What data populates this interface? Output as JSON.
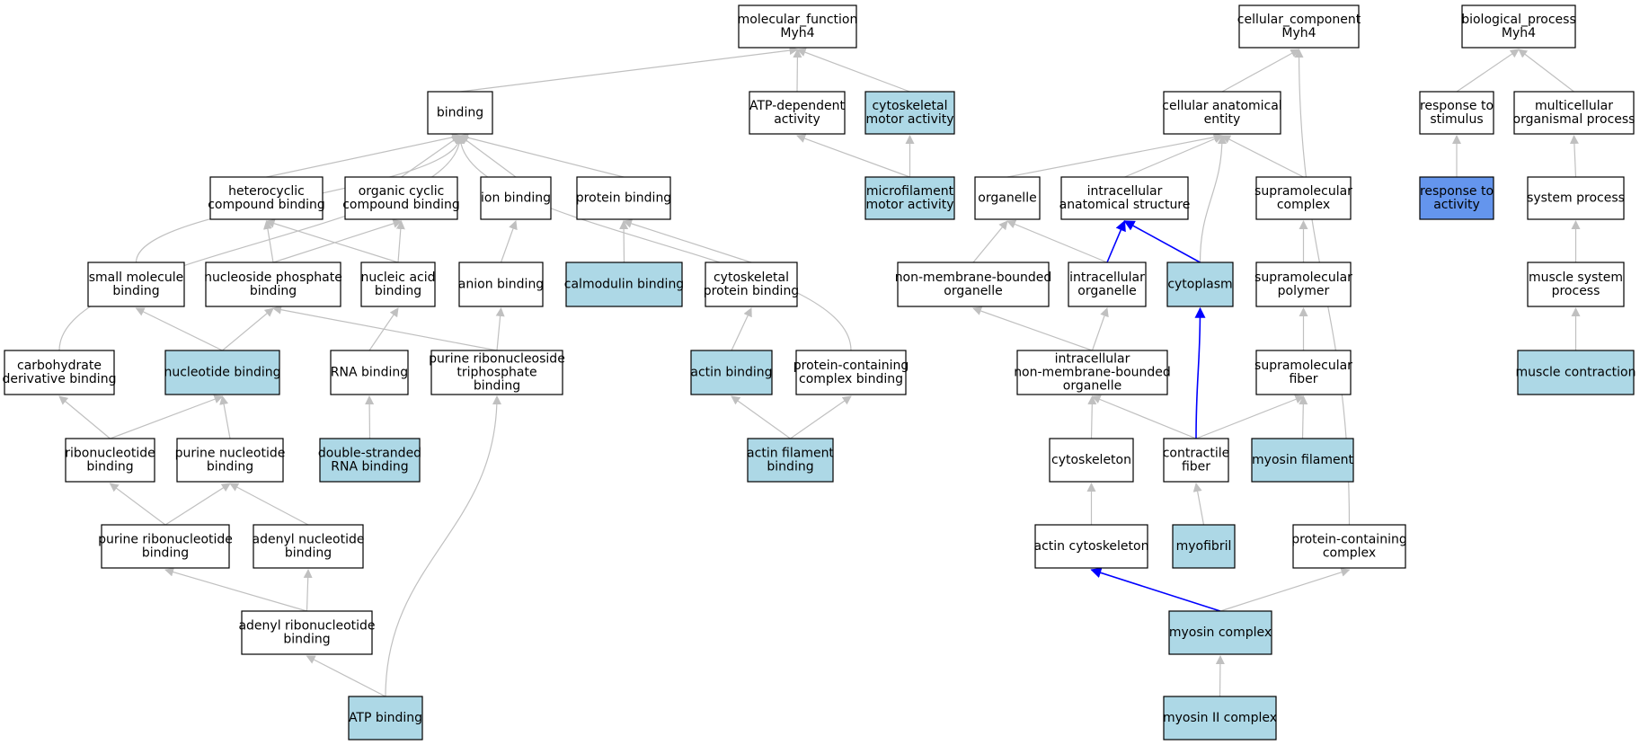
{
  "colors": {
    "node_default": "#ffffff",
    "node_annotated": "#add8e6",
    "node_highlight": "#6495ed",
    "edge_default": "#c0c0c0",
    "edge_highlight": "#0000ff",
    "border": "#000000"
  },
  "nodes": [
    {
      "id": "mf",
      "lines": [
        "molecular_function",
        "Myh4"
      ],
      "style": "default"
    },
    {
      "id": "cc",
      "lines": [
        "cellular_component",
        "Myh4"
      ],
      "style": "default"
    },
    {
      "id": "bp",
      "lines": [
        "biological_process",
        "Myh4"
      ],
      "style": "default"
    },
    {
      "id": "binding",
      "lines": [
        "binding"
      ],
      "style": "default"
    },
    {
      "id": "atpdep",
      "lines": [
        "ATP-dependent",
        "activity"
      ],
      "style": "default"
    },
    {
      "id": "cytomotor",
      "lines": [
        "cytoskeletal",
        "motor activity"
      ],
      "style": "annotated"
    },
    {
      "id": "cellanat",
      "lines": [
        "cellular anatomical",
        "entity"
      ],
      "style": "default"
    },
    {
      "id": "respstim",
      "lines": [
        "response to",
        "stimulus"
      ],
      "style": "default"
    },
    {
      "id": "multicell",
      "lines": [
        "multicellular",
        "organismal process"
      ],
      "style": "default"
    },
    {
      "id": "hetero",
      "lines": [
        "heterocyclic",
        "compound binding"
      ],
      "style": "default"
    },
    {
      "id": "orgcyc",
      "lines": [
        "organic cyclic",
        "compound binding"
      ],
      "style": "default"
    },
    {
      "id": "ionbind",
      "lines": [
        "ion binding"
      ],
      "style": "default"
    },
    {
      "id": "protbind",
      "lines": [
        "protein binding"
      ],
      "style": "default"
    },
    {
      "id": "mfmotor",
      "lines": [
        "microfilament",
        "motor activity"
      ],
      "style": "annotated"
    },
    {
      "id": "organelle",
      "lines": [
        "organelle"
      ],
      "style": "default"
    },
    {
      "id": "intraanat",
      "lines": [
        "intracellular",
        "anatomical structure"
      ],
      "style": "default"
    },
    {
      "id": "supracomplex",
      "lines": [
        "supramolecular",
        "complex"
      ],
      "style": "default"
    },
    {
      "id": "respact",
      "lines": [
        "response to",
        "activity"
      ],
      "style": "highlight"
    },
    {
      "id": "sysproc",
      "lines": [
        "system process"
      ],
      "style": "default"
    },
    {
      "id": "smallmol",
      "lines": [
        "small molecule",
        "binding"
      ],
      "style": "default"
    },
    {
      "id": "nucphos",
      "lines": [
        "nucleoside phosphate",
        "binding"
      ],
      "style": "default"
    },
    {
      "id": "nucacid",
      "lines": [
        "nucleic acid",
        "binding"
      ],
      "style": "default"
    },
    {
      "id": "anion",
      "lines": [
        "anion binding"
      ],
      "style": "default"
    },
    {
      "id": "calmod",
      "lines": [
        "calmodulin binding"
      ],
      "style": "annotated"
    },
    {
      "id": "cytoprot",
      "lines": [
        "cytoskeletal",
        "protein binding"
      ],
      "style": "default"
    },
    {
      "id": "nonmemorg",
      "lines": [
        "non-membrane-bounded",
        "organelle"
      ],
      "style": "default"
    },
    {
      "id": "intraorg",
      "lines": [
        "intracellular",
        "organelle"
      ],
      "style": "default"
    },
    {
      "id": "cytoplasm",
      "lines": [
        "cytoplasm"
      ],
      "style": "annotated"
    },
    {
      "id": "suprapoly",
      "lines": [
        "supramolecular",
        "polymer"
      ],
      "style": "default"
    },
    {
      "id": "musclesys",
      "lines": [
        "muscle system",
        "process"
      ],
      "style": "default"
    },
    {
      "id": "carbo",
      "lines": [
        "carbohydrate",
        "derivative binding"
      ],
      "style": "default"
    },
    {
      "id": "nucbind",
      "lines": [
        "nucleotide binding"
      ],
      "style": "annotated"
    },
    {
      "id": "rnabind",
      "lines": [
        "RNA binding"
      ],
      "style": "default"
    },
    {
      "id": "purtri",
      "lines": [
        "purine ribonucleoside",
        "triphosphate",
        "binding"
      ],
      "style": "default"
    },
    {
      "id": "actinbind",
      "lines": [
        "actin binding"
      ],
      "style": "annotated"
    },
    {
      "id": "protcompbind",
      "lines": [
        "protein-containing",
        "complex binding"
      ],
      "style": "default"
    },
    {
      "id": "intranonmem",
      "lines": [
        "intracellular",
        "non-membrane-bounded",
        "organelle"
      ],
      "style": "default"
    },
    {
      "id": "suprafiber",
      "lines": [
        "supramolecular",
        "fiber"
      ],
      "style": "default"
    },
    {
      "id": "musclecont",
      "lines": [
        "muscle contraction"
      ],
      "style": "annotated"
    },
    {
      "id": "ribonuc",
      "lines": [
        "ribonucleotide",
        "binding"
      ],
      "style": "default"
    },
    {
      "id": "purnuc",
      "lines": [
        "purine nucleotide",
        "binding"
      ],
      "style": "default"
    },
    {
      "id": "dsrna",
      "lines": [
        "double-stranded",
        "RNA binding"
      ],
      "style": "annotated"
    },
    {
      "id": "actinfil",
      "lines": [
        "actin filament",
        "binding"
      ],
      "style": "annotated"
    },
    {
      "id": "cytoskel",
      "lines": [
        "cytoskeleton"
      ],
      "style": "default"
    },
    {
      "id": "contractile",
      "lines": [
        "contractile",
        "fiber"
      ],
      "style": "default"
    },
    {
      "id": "myosinfil",
      "lines": [
        "myosin filament"
      ],
      "style": "annotated"
    },
    {
      "id": "purribo",
      "lines": [
        "purine ribonucleotide",
        "binding"
      ],
      "style": "default"
    },
    {
      "id": "adenylnuc",
      "lines": [
        "adenyl nucleotide",
        "binding"
      ],
      "style": "default"
    },
    {
      "id": "actincyto",
      "lines": [
        "actin cytoskeleton"
      ],
      "style": "default"
    },
    {
      "id": "myofibril",
      "lines": [
        "myofibril"
      ],
      "style": "annotated"
    },
    {
      "id": "protcomp",
      "lines": [
        "protein-containing",
        "complex"
      ],
      "style": "default"
    },
    {
      "id": "adenylribo",
      "lines": [
        "adenyl ribonucleotide",
        "binding"
      ],
      "style": "default"
    },
    {
      "id": "myosincomp",
      "lines": [
        "myosin complex"
      ],
      "style": "annotated"
    },
    {
      "id": "atpbind",
      "lines": [
        "ATP binding"
      ],
      "style": "annotated"
    },
    {
      "id": "myosin2",
      "lines": [
        "myosin II complex"
      ],
      "style": "annotated"
    }
  ],
  "edges": [
    {
      "from": "binding",
      "to": "mf"
    },
    {
      "from": "atpdep",
      "to": "mf"
    },
    {
      "from": "cytomotor",
      "to": "mf"
    },
    {
      "from": "mfmotor",
      "to": "atpdep"
    },
    {
      "from": "mfmotor",
      "to": "cytomotor"
    },
    {
      "from": "hetero",
      "to": "binding"
    },
    {
      "from": "orgcyc",
      "to": "binding"
    },
    {
      "from": "ionbind",
      "to": "binding"
    },
    {
      "from": "protbind",
      "to": "binding"
    },
    {
      "from": "smallmol",
      "to": "binding"
    },
    {
      "from": "carbo",
      "to": "binding"
    },
    {
      "from": "protcompbind",
      "to": "binding"
    },
    {
      "from": "nucphos",
      "to": "hetero"
    },
    {
      "from": "nucphos",
      "to": "orgcyc"
    },
    {
      "from": "nucacid",
      "to": "hetero"
    },
    {
      "from": "nucacid",
      "to": "orgcyc"
    },
    {
      "from": "anion",
      "to": "ionbind"
    },
    {
      "from": "calmod",
      "to": "protbind"
    },
    {
      "from": "cytoprot",
      "to": "protbind"
    },
    {
      "from": "nucbind",
      "to": "smallmol"
    },
    {
      "from": "nucbind",
      "to": "nucphos"
    },
    {
      "from": "purtri",
      "to": "nucphos"
    },
    {
      "from": "purtri",
      "to": "anion"
    },
    {
      "from": "rnabind",
      "to": "nucacid"
    },
    {
      "from": "actinbind",
      "to": "cytoprot"
    },
    {
      "from": "ribonuc",
      "to": "carbo"
    },
    {
      "from": "ribonuc",
      "to": "nucbind"
    },
    {
      "from": "purnuc",
      "to": "nucbind"
    },
    {
      "from": "dsrna",
      "to": "rnabind"
    },
    {
      "from": "actinfil",
      "to": "actinbind"
    },
    {
      "from": "actinfil",
      "to": "protcompbind"
    },
    {
      "from": "purribo",
      "to": "ribonuc"
    },
    {
      "from": "purribo",
      "to": "purnuc"
    },
    {
      "from": "adenylnuc",
      "to": "purnuc"
    },
    {
      "from": "adenylribo",
      "to": "purribo"
    },
    {
      "from": "adenylribo",
      "to": "adenylnuc"
    },
    {
      "from": "atpbind",
      "to": "adenylribo"
    },
    {
      "from": "atpbind",
      "to": "purtri"
    },
    {
      "from": "cellanat",
      "to": "cc"
    },
    {
      "from": "protcomp",
      "to": "cc"
    },
    {
      "from": "organelle",
      "to": "cellanat"
    },
    {
      "from": "intraanat",
      "to": "cellanat"
    },
    {
      "from": "supracomplex",
      "to": "cellanat"
    },
    {
      "from": "cytoplasm",
      "to": "cellanat"
    },
    {
      "from": "nonmemorg",
      "to": "organelle"
    },
    {
      "from": "intraorg",
      "to": "organelle"
    },
    {
      "from": "intraorg",
      "to": "intraanat",
      "highlight": true
    },
    {
      "from": "cytoplasm",
      "to": "intraanat",
      "highlight": true
    },
    {
      "from": "suprapoly",
      "to": "supracomplex"
    },
    {
      "from": "intranonmem",
      "to": "nonmemorg"
    },
    {
      "from": "intranonmem",
      "to": "intraorg"
    },
    {
      "from": "suprafiber",
      "to": "suprapoly"
    },
    {
      "from": "cytoskel",
      "to": "intranonmem"
    },
    {
      "from": "contractile",
      "to": "intranonmem"
    },
    {
      "from": "contractile",
      "to": "suprafiber"
    },
    {
      "from": "contractile",
      "to": "cytoplasm",
      "highlight": true
    },
    {
      "from": "myosinfil",
      "to": "suprafiber"
    },
    {
      "from": "actincyto",
      "to": "cytoskel"
    },
    {
      "from": "myofibril",
      "to": "contractile"
    },
    {
      "from": "myosincomp",
      "to": "actincyto",
      "highlight": true
    },
    {
      "from": "myosincomp",
      "to": "protcomp"
    },
    {
      "from": "myosin2",
      "to": "myosincomp"
    },
    {
      "from": "respstim",
      "to": "bp"
    },
    {
      "from": "multicell",
      "to": "bp"
    },
    {
      "from": "respact",
      "to": "respstim"
    },
    {
      "from": "sysproc",
      "to": "multicell"
    },
    {
      "from": "musclesys",
      "to": "sysproc"
    },
    {
      "from": "musclecont",
      "to": "musclesys"
    }
  ]
}
